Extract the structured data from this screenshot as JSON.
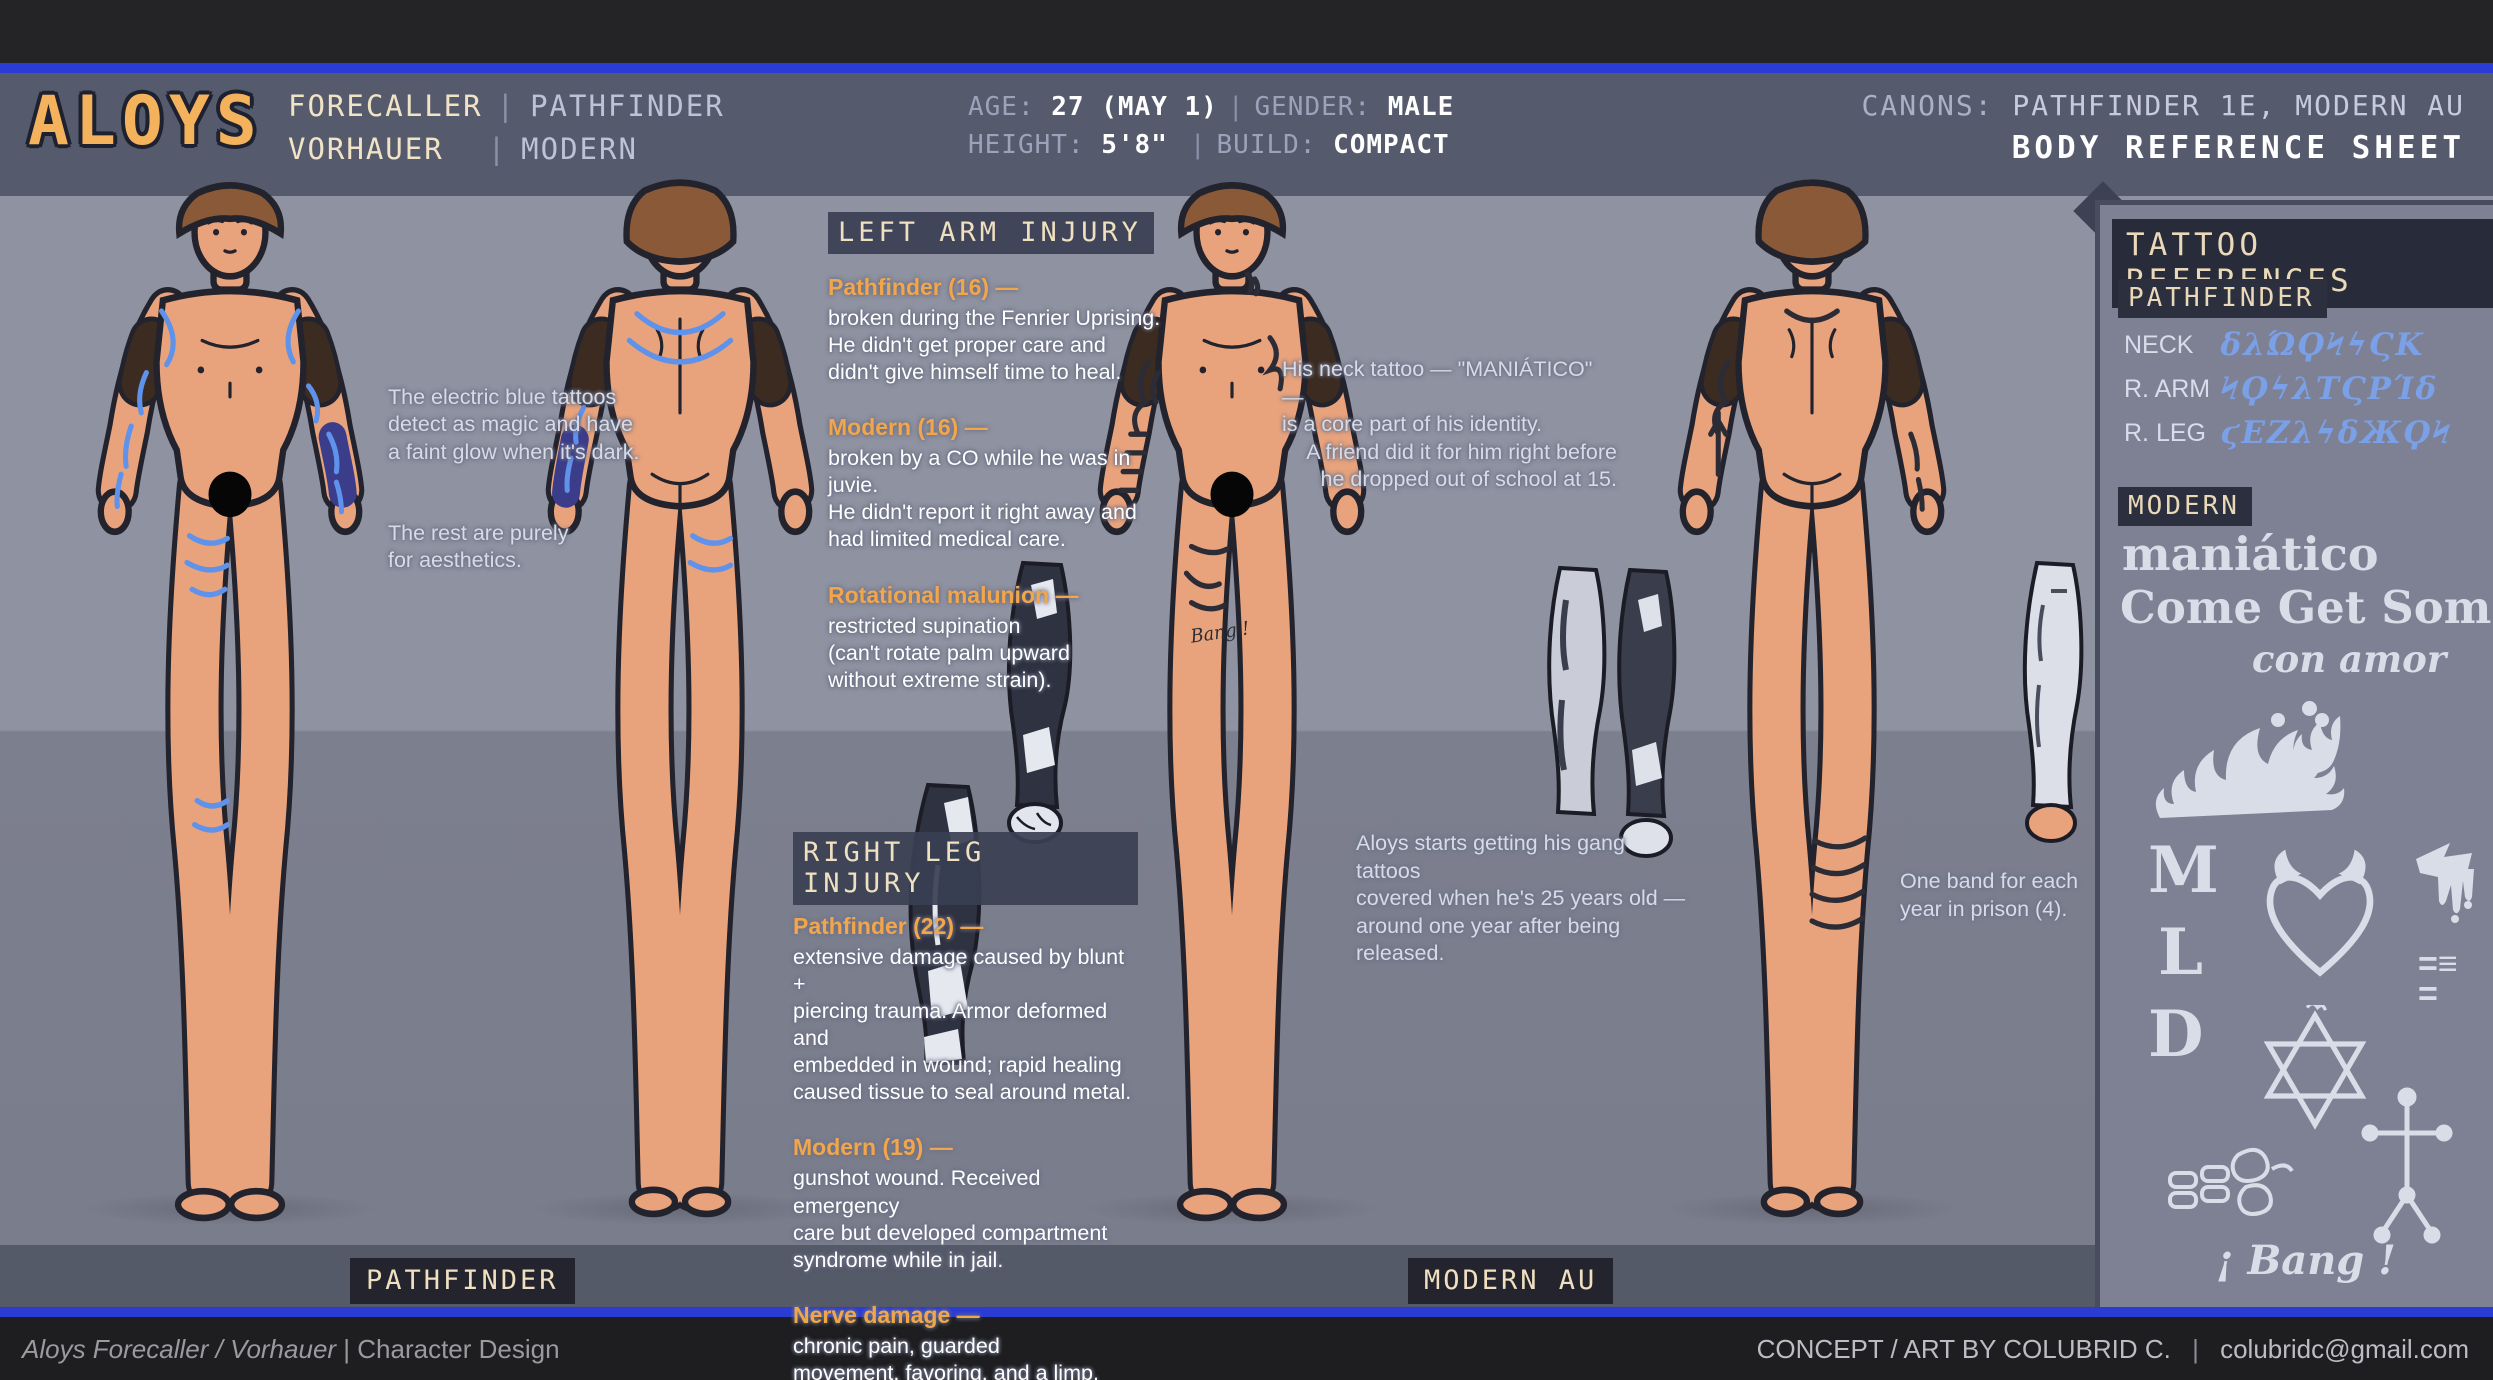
{
  "header": {
    "logo": "ALOYS",
    "divider": "|",
    "surname_canon1": "FORECALLER",
    "canon1": "PATHFINDER",
    "surname_canon2": "VORHAUER",
    "canon2": "MODERN",
    "stats": {
      "age_label": "AGE:",
      "age_value": "27 (MAY 1)",
      "gender_label": "GENDER:",
      "gender_value": "MALE",
      "height_label": "HEIGHT:",
      "height_value": "5'8\"",
      "build_label": "BUILD:",
      "build_value": "COMPACT"
    },
    "canons_label": "CANONS:",
    "canons_value": "PATHFINDER 1E, MODERN AU",
    "sheet_title": "BODY REFERENCE SHEET"
  },
  "notes": {
    "blue_tattoos_1": "The electric blue tattoos\ndetect as magic and have\na faint glow when it's dark.",
    "blue_tattoos_2": "The rest are purely\nfor aesthetics.",
    "neck_tattoo_1": "His neck tattoo — \"MANIÁTICO\" —\nis a core part of his identity.",
    "neck_tattoo_2": "A friend did it for him right before\nhe dropped out of school at 15.",
    "gang_tattoos": "Aloys starts getting his gang tattoos\ncovered when he's 25 years old —\naround one year after being released.",
    "prison_bands": "One band for each\nyear in prison (4).",
    "thigh_tattoo": "Bang !"
  },
  "left_arm_injury": {
    "title": "LEFT ARM INJURY",
    "entries": [
      {
        "heading": "Pathfinder (16) —",
        "body": "broken during the Fenrier Uprising.\nHe didn't get proper care and\ndidn't give himself time to heal."
      },
      {
        "heading": "Modern (16) —",
        "body": "broken by a CO while he was in juvie.\nHe didn't report it right away and\nhad limited medical care."
      },
      {
        "heading": "Rotational malunion —",
        "body": "restricted supination\n(can't rotate palm upward\nwithout extreme strain)."
      }
    ]
  },
  "right_leg_injury": {
    "title": "RIGHT LEG INJURY",
    "entries": [
      {
        "heading": "Pathfinder (22) —",
        "body": "extensive damage caused by blunt +\npiercing trauma. Armor deformed and\nembedded in wound; rapid healing\ncaused tissue to seal around metal."
      },
      {
        "heading": "Modern (19) —",
        "body": "gunshot wound. Received emergency\ncare but developed compartment\nsyndrome while in jail."
      },
      {
        "heading": "Nerve damage —",
        "body": "chronic pain, guarded\nmovement, favoring, and a limp."
      }
    ]
  },
  "tattoo_panel": {
    "title": "TATTOO REFERENCES",
    "pathfinder_label": "PATHFINDER",
    "glyph_rows": [
      {
        "part": "NECK",
        "glyphs": "δλΏϘϞϟϚΚ"
      },
      {
        "part": "R. ARM",
        "glyphs": "ϞϘϟλΤϚΡΊδ"
      },
      {
        "part": "R. LEG",
        "glyphs": "ϛΕΖλϟδЖϘϞ"
      }
    ],
    "modern_label": "MODERN",
    "modern_words": {
      "word1": "maniático",
      "word2": "Come Get Some",
      "word3": "con amor",
      "gothic_m": "M",
      "gothic_l": "L",
      "gothic_d": "D",
      "tally1": "=",
      "tally2": "≡",
      "tally3": "=",
      "bang": "¡ Bang !"
    }
  },
  "bottom_labels": {
    "pathfinder": "PATHFINDER",
    "modern_au": "MODERN AU"
  },
  "footer": {
    "left_name": "Aloys Forecaller / Vorhauer",
    "left_suffix": " | Character Design",
    "right_credit": "CONCEPT / ART BY COLUBRID C.",
    "right_divider": "|",
    "right_email": "colubridc@gmail.com"
  },
  "colors": {
    "accent_blue_line": "#2b3cd4",
    "logo_orange": "#f3b25b",
    "cream": "#efe0c0",
    "heading_orange": "#f2a64b",
    "glyph_blue": "#7aa0e8",
    "magic_tattoo_blue": "#5f92ea",
    "skin": "#e8a37c"
  }
}
